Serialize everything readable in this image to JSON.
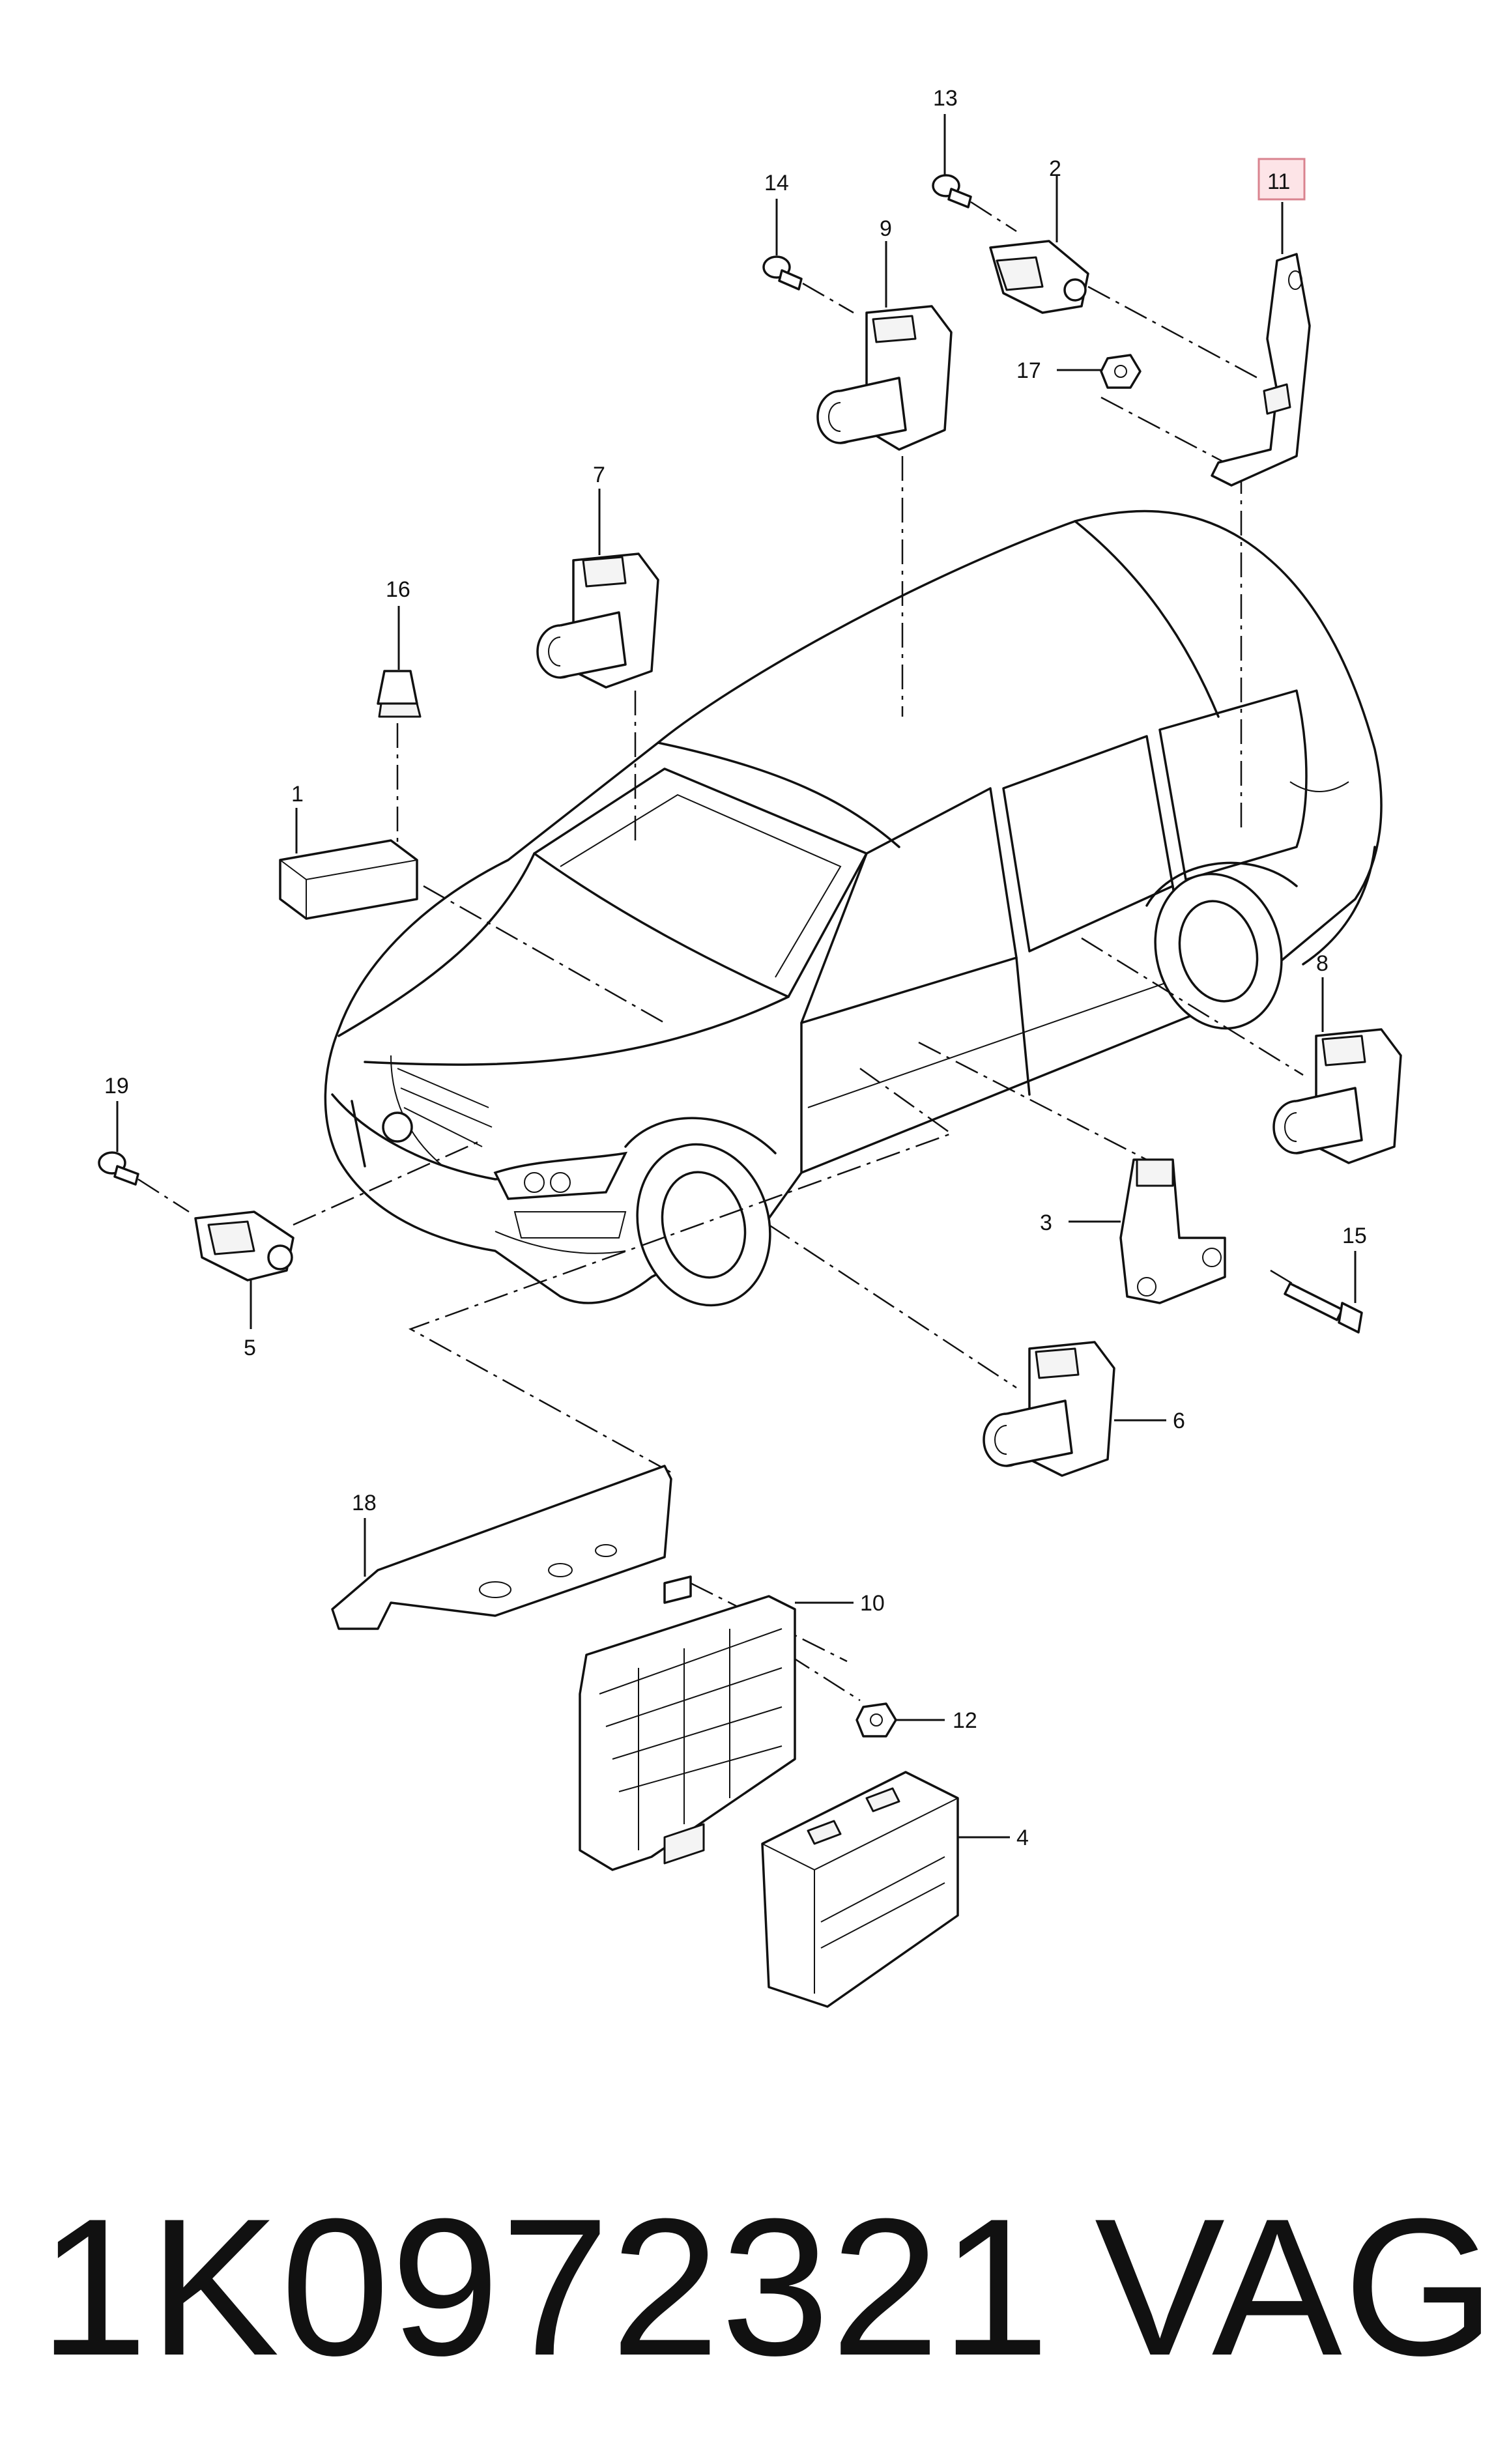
{
  "callouts": [
    {
      "id": "13",
      "label": "13"
    },
    {
      "id": "2",
      "label": "2"
    },
    {
      "id": "11",
      "label": "11",
      "highlighted": true
    },
    {
      "id": "14",
      "label": "14"
    },
    {
      "id": "9",
      "label": "9"
    },
    {
      "id": "17",
      "label": "17"
    },
    {
      "id": "7",
      "label": "7"
    },
    {
      "id": "16",
      "label": "16"
    },
    {
      "id": "1",
      "label": "1"
    },
    {
      "id": "8",
      "label": "8"
    },
    {
      "id": "19",
      "label": "19"
    },
    {
      "id": "3",
      "label": "3"
    },
    {
      "id": "15",
      "label": "15"
    },
    {
      "id": "5",
      "label": "5"
    },
    {
      "id": "6",
      "label": "6"
    },
    {
      "id": "18",
      "label": "18"
    },
    {
      "id": "10",
      "label": "10"
    },
    {
      "id": "12",
      "label": "12"
    },
    {
      "id": "4",
      "label": "4"
    }
  ],
  "footer": {
    "part_number": "1K0972321",
    "brand": "VAG"
  },
  "colors": {
    "line": "#111111",
    "highlight_fill": "#fde4e7",
    "highlight_stroke": "#d9838f",
    "background": "#ffffff"
  }
}
